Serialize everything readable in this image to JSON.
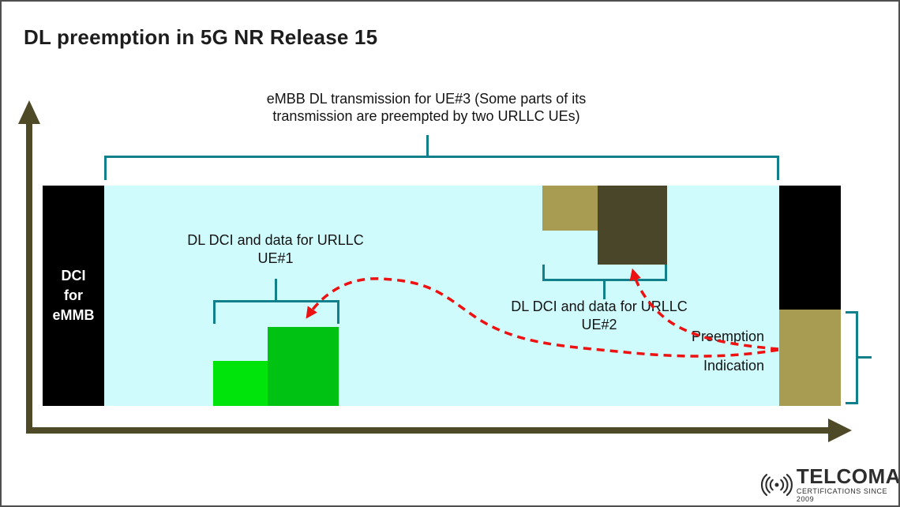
{
  "title": "DL preemption in 5G NR Release 15",
  "caption": {
    "line1": "eMBB DL transmission for UE#3 (Some parts of its",
    "line2": "transmission are preempted by two URLLC UEs)"
  },
  "embb_dci_block": {
    "line1": "DCI",
    "line2": "for",
    "line3": "eMMB"
  },
  "ue1_label": {
    "line1": "DL DCI and data for URLLC",
    "line2": "UE#1"
  },
  "ue2_label": {
    "line1": "DL DCI and data for URLLC",
    "line2": "UE#2"
  },
  "preemption_label": {
    "line1": "Preemption",
    "line2": "Indication"
  },
  "logo": {
    "brand": "TELCOMA",
    "tagline": "CERTIFICATIONS SINCE 2009"
  },
  "colors": {
    "embb_background": "#cffbfc",
    "dci_block_black": "#000000",
    "urllc_ue1_light_green": "#00e40c",
    "urllc_ue1_green": "#00c213",
    "urllc_ue2_khaki": "#a89b52",
    "urllc_ue2_dark_olive": "#4a4629",
    "preemption_indication_khaki": "#a89b52",
    "axis_olive": "#4e4a28",
    "bracket_teal": "#11808a",
    "arrow_red": "#ee1111",
    "border_gray": "#4f4f4f"
  }
}
